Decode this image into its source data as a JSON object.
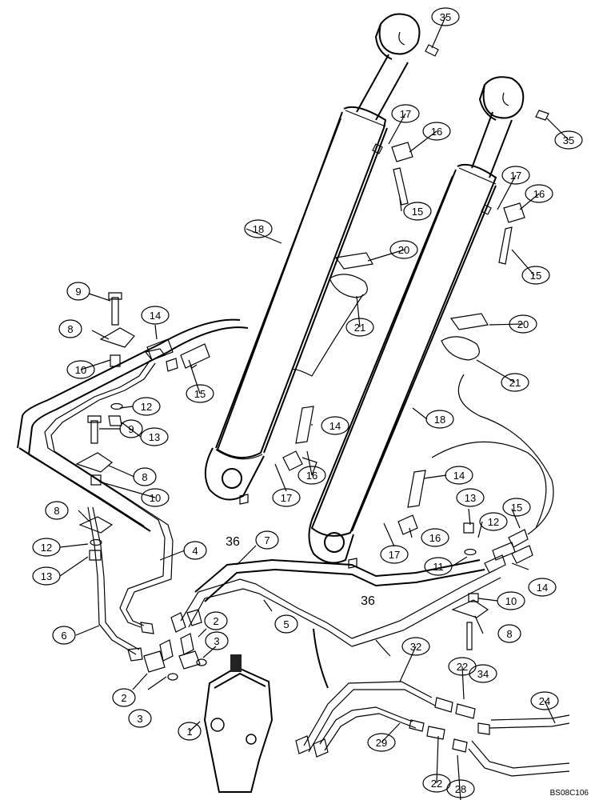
{
  "figure_code": "BS08C106",
  "callouts": {
    "c1": "1",
    "c2a": "2",
    "c2b": "2",
    "c3a": "3",
    "c3b": "3",
    "c4": "4",
    "c5": "5",
    "c6": "6",
    "c7": "7",
    "c8a": "8",
    "c8b": "8",
    "c8c": "8",
    "c8d": "8",
    "c9a": "9",
    "c9b": "9",
    "c10a": "10",
    "c10b": "10",
    "c10c": "10",
    "c11": "11",
    "c12a": "12",
    "c12b": "12",
    "c12c": "12",
    "c13a": "13",
    "c13b": "13",
    "c13c": "13",
    "c14a": "14",
    "c14b": "14",
    "c14c": "14",
    "c14d": "14",
    "c15a": "15",
    "c15b": "15",
    "c15c": "15",
    "c15d": "15",
    "c16a": "16",
    "c16b": "16",
    "c16c": "16",
    "c16d": "16",
    "c17a": "17",
    "c17b": "17",
    "c17c": "17",
    "c17d": "17",
    "c18a": "18",
    "c18b": "18",
    "c20a": "20",
    "c20b": "20",
    "c21a": "21",
    "c21b": "21",
    "c22a": "22",
    "c22b": "22",
    "c24": "24",
    "c28": "28",
    "c29": "29",
    "c32": "32",
    "c34": "34",
    "c35a": "35",
    "c35b": "35",
    "c36a": "36",
    "c36b": "36"
  }
}
